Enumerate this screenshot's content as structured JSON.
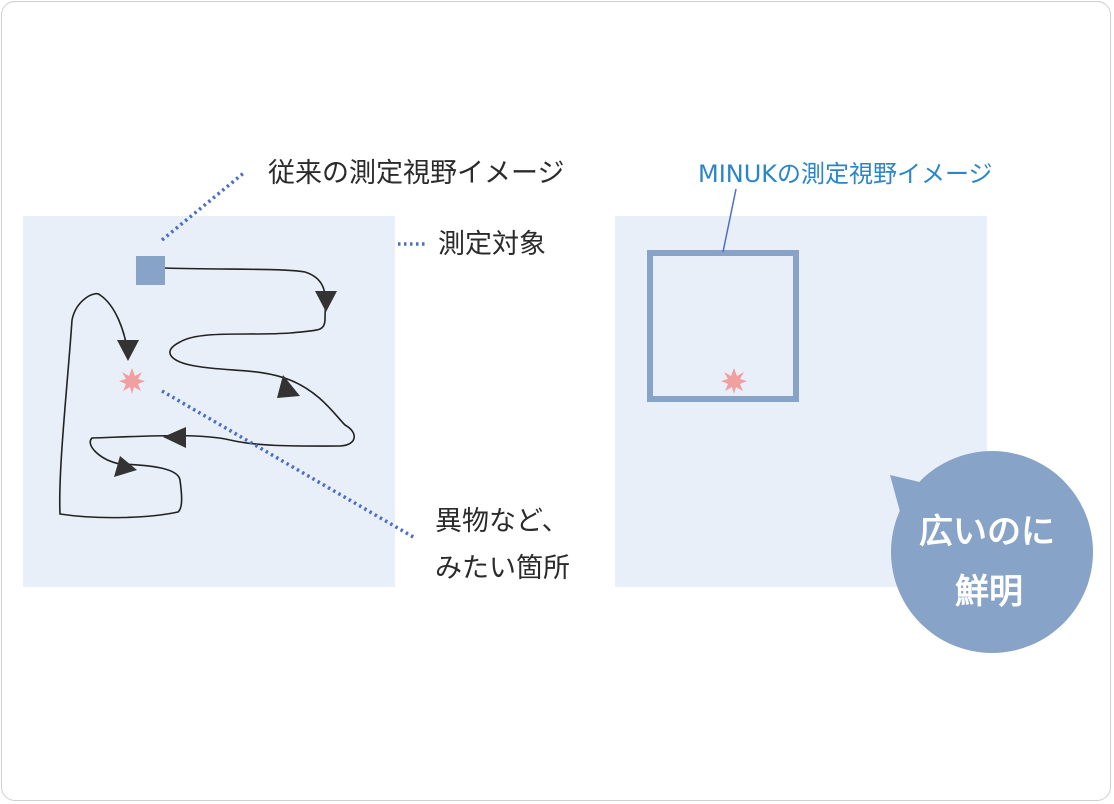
{
  "conventional": {
    "title": "従来の測定視野イメージ",
    "target_label": "測定対象",
    "defect_label_line1": "異物など、",
    "defect_label_line2": "みたい箇所"
  },
  "minuk": {
    "title": "MINUKの測定視野イメージ",
    "bubble_line1": "広いのに",
    "bubble_line2": "鮮明"
  },
  "colors": {
    "field_bg": "#e8eff8",
    "frame": "#87a3c8",
    "accent_text": "#2a86c8",
    "defect": "#f0a0a0",
    "leader": "#4a6fc4"
  }
}
